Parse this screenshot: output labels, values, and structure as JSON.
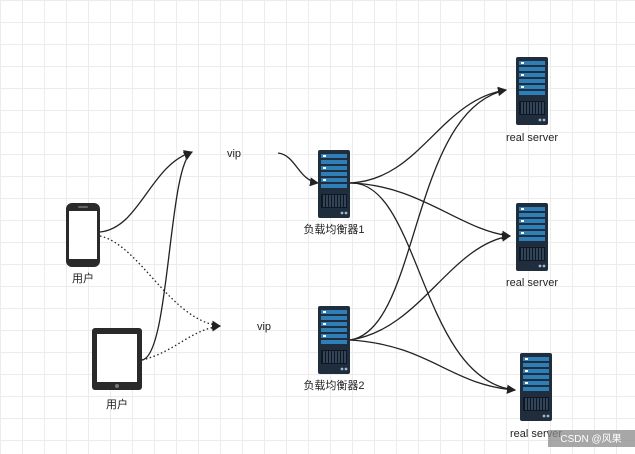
{
  "labels": {
    "user_phone": "用户",
    "user_tablet": "用户",
    "vip_top": "vip",
    "vip_bottom": "vip",
    "lb1": "负载均衡器1",
    "lb2": "负载均衡器2",
    "rs1": "real server",
    "rs2": "real server",
    "rs3": "real server"
  },
  "watermark": "CSDN @风果",
  "colors": {
    "server_body": "#1f2d3d",
    "server_panel": "#2e7fb8",
    "line": "#222222"
  }
}
